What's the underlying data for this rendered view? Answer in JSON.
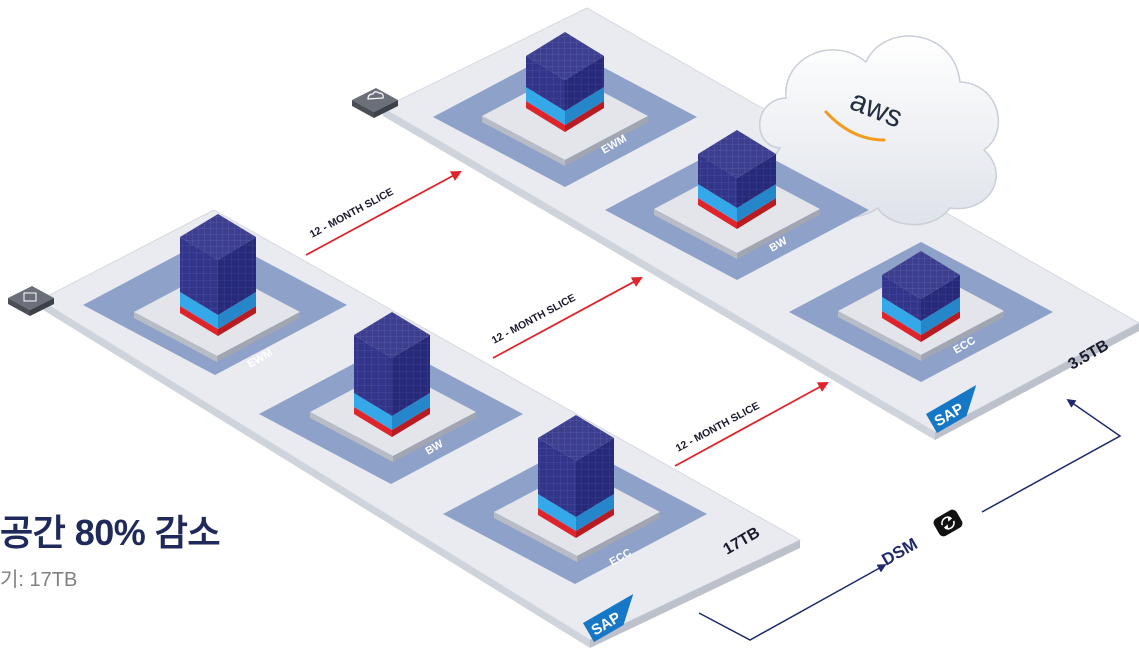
{
  "summary": {
    "heading": "공간 80% 감소",
    "subheading": "기: 17TB"
  },
  "source_system": {
    "size_label": "17TB",
    "vendor_logo": "SAP",
    "modules": [
      "EWM",
      "BW",
      "ECC"
    ]
  },
  "target_system": {
    "size_label": "3.5TB",
    "vendor_logo": "SAP",
    "cloud_logo": "aws",
    "modules": [
      "EWM",
      "BW",
      "ECC"
    ]
  },
  "transfer": {
    "slice_label": "12 - MONTH SLICE"
  },
  "sync": {
    "label": "DSM",
    "icon": "sync-icon"
  },
  "colors": {
    "platform": "#e6e8ee",
    "pad": "#8ea1c9",
    "server_top": "#3c3f8c",
    "server_side": "#2e3080",
    "db_band": "#2ea3e8",
    "db_red": "#e0242b",
    "arrow_red": "#e0242b",
    "navy": "#1f2a5a",
    "sap_blue": "#1677c7"
  }
}
